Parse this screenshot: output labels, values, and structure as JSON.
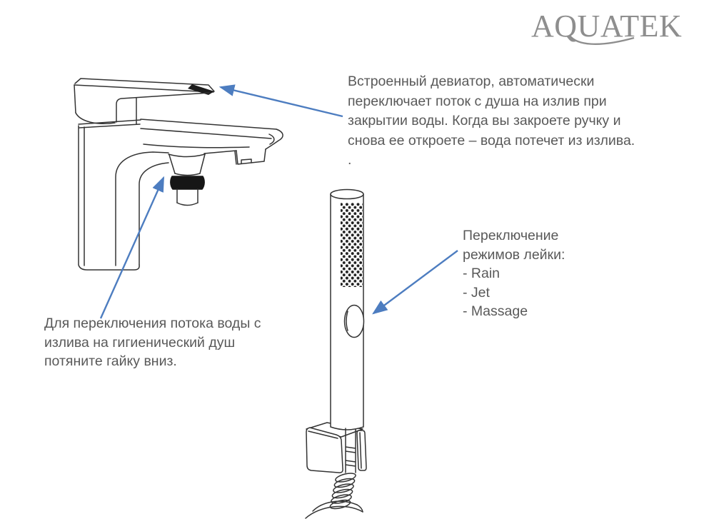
{
  "page": {
    "background_color": "#ffffff"
  },
  "logo": {
    "text": "AQUATEK",
    "color": "#8e8e8e"
  },
  "annotations": {
    "deviator": {
      "lines": [
        "Встроенный девиатор, автоматически",
        "переключает поток с душа на излив при",
        "закрытии воды. Когда вы закроете ручку и",
        "снова ее откроете – вода потечет из излива.",
        "."
      ]
    },
    "shower_modes": {
      "lines": [
        "Переключение",
        "режимов лейки:",
        "- Rain",
        "- Jet",
        "- Massage"
      ]
    },
    "diverter_nut": {
      "lines": [
        "Для переключения потока воды с",
        "излива на гигиенический душ",
        "потяните гайку вниз."
      ]
    }
  },
  "drawing": {
    "parts": [
      "faucet-with-built-in-diverter",
      "diverter-nut",
      "hand-shower-wand",
      "mode-button",
      "wall-bracket",
      "shower-hose"
    ]
  },
  "colors": {
    "arrow": "#4d7dc0",
    "annotation_text": "#595959",
    "line_art": "#333333",
    "logo": "#8e8e8e"
  }
}
